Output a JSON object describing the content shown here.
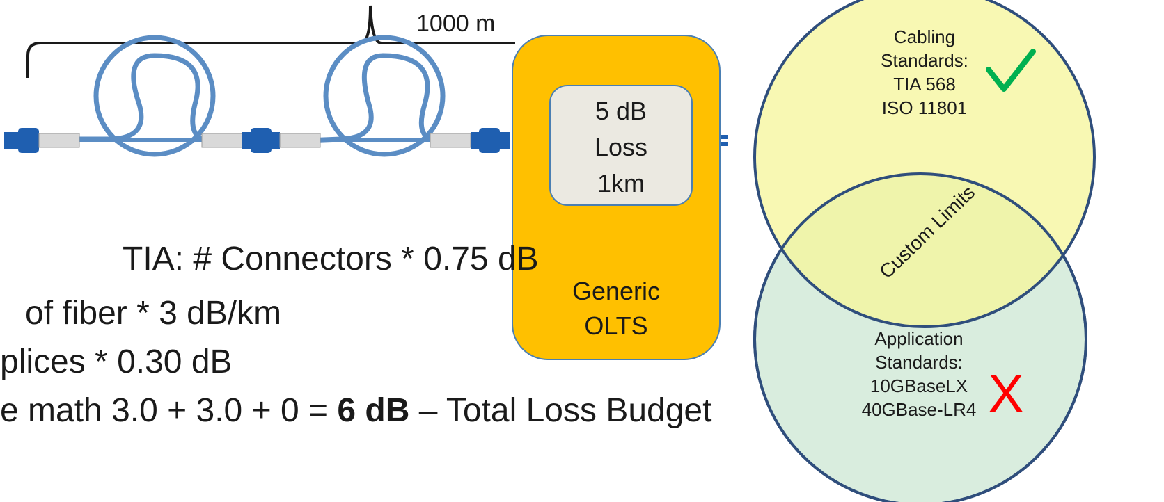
{
  "distance_label": "1000 m",
  "olts": {
    "loss_lines": [
      "5 dB",
      "Loss",
      "1km"
    ],
    "name_lines": [
      "Generic",
      "OLTS"
    ]
  },
  "venn": {
    "top_lines": [
      "Cabling",
      "Standards:",
      "TIA 568",
      "ISO 11801"
    ],
    "bottom_lines": [
      "Application",
      "Standards:",
      "10GBaseLX",
      "40GBase-LR4"
    ],
    "overlap_label": "Custom Limits",
    "check_mark": "✓",
    "x_mark": "X"
  },
  "bullets": {
    "line1": "TIA: # Connectors * 0.75 dB",
    "line2": "of fiber * 3 dB/km",
    "line3": "plices * 0.30 dB",
    "line4_prefix": "e math 3.0 + 3.0 + 0 = ",
    "line4_bold": "6 dB",
    "line4_suffix": " – Total Loss Budget"
  },
  "colors": {
    "olts_fill": "#ffc000",
    "inner_fill": "#ebe9e1",
    "venn_top_fill": "#f6f69a",
    "venn_bottom_fill": "#cfe8d6",
    "venn_stroke": "#2f4e7c",
    "check": "#00b050",
    "x_mark": "#ff0000",
    "fiber": "#5b8dc4",
    "connector": "#1f5fb0"
  }
}
